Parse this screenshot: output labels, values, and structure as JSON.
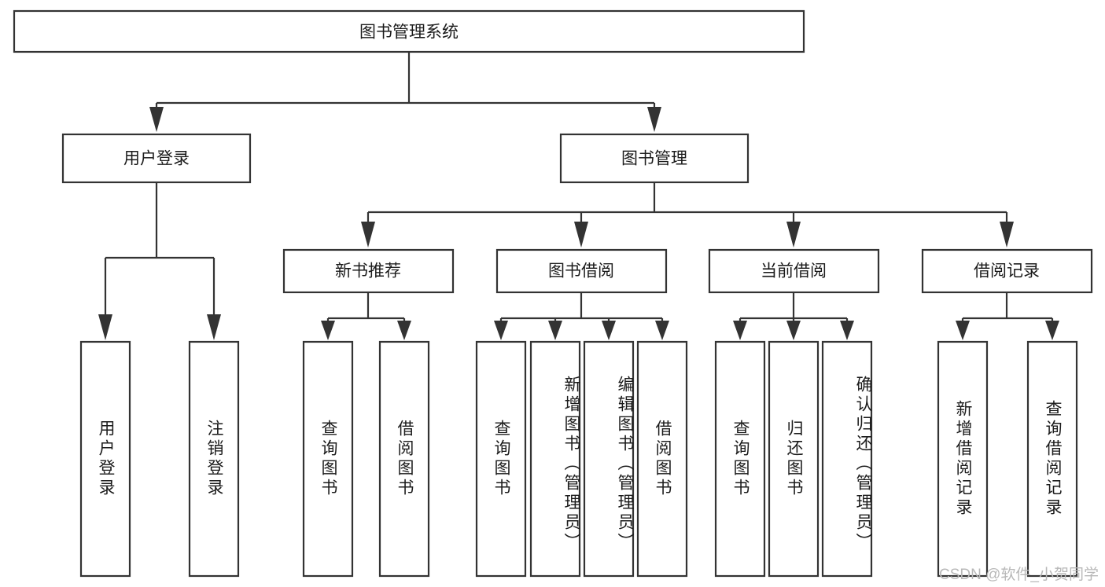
{
  "diagram": {
    "type": "tree",
    "title": "图书管理系统",
    "root": {
      "id": "root",
      "label": "图书管理系统",
      "orientation": "horizontal"
    },
    "level1": [
      {
        "id": "user-login",
        "label": "用户登录",
        "orientation": "horizontal"
      },
      {
        "id": "book-manage",
        "label": "图书管理",
        "orientation": "horizontal"
      }
    ],
    "level2": [
      {
        "id": "new-book-recommend",
        "label": "新书推荐",
        "parent": "book-manage",
        "orientation": "horizontal"
      },
      {
        "id": "book-borrow",
        "label": "图书借阅",
        "parent": "book-manage",
        "orientation": "horizontal"
      },
      {
        "id": "current-borrow",
        "label": "当前借阅",
        "parent": "book-manage",
        "orientation": "horizontal"
      },
      {
        "id": "borrow-record",
        "label": "借阅记录",
        "parent": "book-manage",
        "orientation": "horizontal"
      }
    ],
    "leaves": [
      {
        "id": "leaf-user-login",
        "label": "用户登录",
        "parent": "user-login",
        "orientation": "vertical"
      },
      {
        "id": "leaf-logout-login",
        "label": "注销登录",
        "parent": "user-login",
        "orientation": "vertical"
      },
      {
        "id": "leaf-query-book-1",
        "label": "查询图书",
        "parent": "new-book-recommend",
        "orientation": "vertical"
      },
      {
        "id": "leaf-borrow-book-1",
        "label": "借阅图书",
        "parent": "new-book-recommend",
        "orientation": "vertical"
      },
      {
        "id": "leaf-query-book-2",
        "label": "查询图书",
        "parent": "book-borrow",
        "orientation": "vertical"
      },
      {
        "id": "leaf-add-book",
        "label": "新增图书（管理员）",
        "parent": "book-borrow",
        "orientation": "vertical"
      },
      {
        "id": "leaf-edit-book",
        "label": "编辑图书（管理员）",
        "parent": "book-borrow",
        "orientation": "vertical"
      },
      {
        "id": "leaf-borrow-book-2",
        "label": "借阅图书",
        "parent": "book-borrow",
        "orientation": "vertical"
      },
      {
        "id": "leaf-query-book-3",
        "label": "查询图书",
        "parent": "current-borrow",
        "orientation": "vertical"
      },
      {
        "id": "leaf-return-book",
        "label": "归还图书",
        "parent": "current-borrow",
        "orientation": "vertical"
      },
      {
        "id": "leaf-confirm-return",
        "label": "确认归还（管理员）",
        "parent": "current-borrow",
        "orientation": "vertical"
      },
      {
        "id": "leaf-add-record",
        "label": "新增借阅记录",
        "parent": "borrow-record",
        "orientation": "vertical"
      },
      {
        "id": "leaf-query-record",
        "label": "查询借阅记录",
        "parent": "borrow-record",
        "orientation": "vertical"
      }
    ],
    "colors": {
      "stroke": "#333333",
      "fill": "#ffffff",
      "text": "#1b1b1b",
      "watermark": "#b8b8b8",
      "background": "#ffffff"
    }
  },
  "watermark": {
    "text": "CSDN @软件_小贺同学"
  }
}
